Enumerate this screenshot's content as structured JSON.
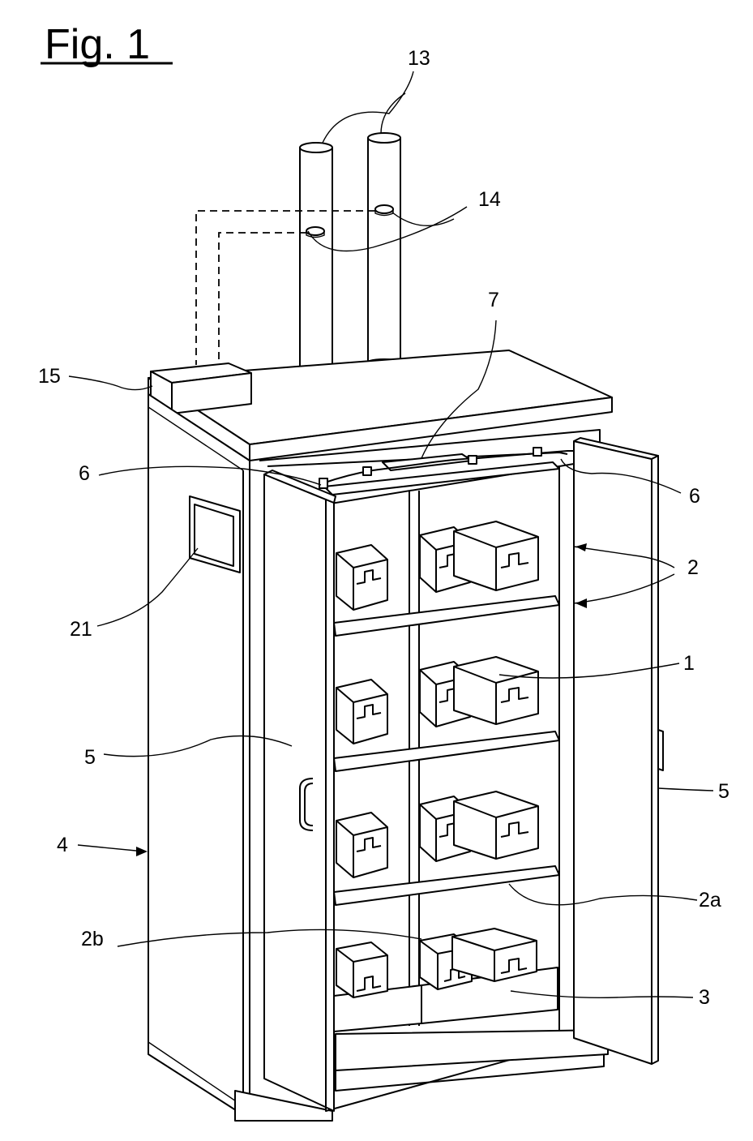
{
  "figure": {
    "title": "Fig. 1",
    "labels": {
      "l13": "13",
      "l14": "14",
      "l7": "7",
      "l15": "15",
      "l6_left": "6",
      "l6_right": "6",
      "l2_top": "2",
      "l2_bottom": "2",
      "l21": "21",
      "l1": "1",
      "l5_left": "5",
      "l5_right": "5",
      "l4": "4",
      "l2a": "2a",
      "l2b": "2b",
      "l3": "3"
    }
  }
}
